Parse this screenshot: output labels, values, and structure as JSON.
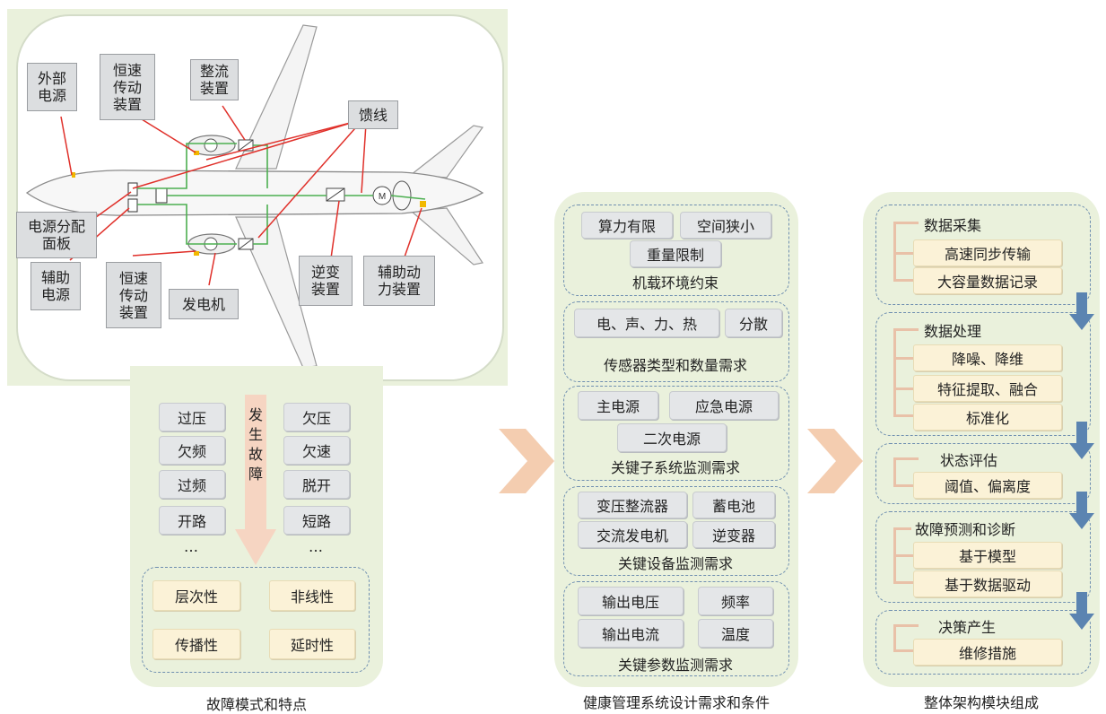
{
  "aircraft": {
    "callouts": {
      "external_power": "外部\n电源",
      "csd_top": "恒速\n传动\n装置",
      "rectifier": "整流\n装置",
      "feeder": "馈线",
      "distribution_panel": "电源分配\n面板",
      "aux_power": "辅助\n电源",
      "csd_bottom": "恒速\n传动\n装置",
      "generator": "发电机",
      "inverter": "逆变\n装置",
      "apu": "辅助动\n力装置"
    }
  },
  "fault_panel": {
    "left_modes": [
      "过压",
      "欠频",
      "过频",
      "开路",
      "…"
    ],
    "right_modes": [
      "欠压",
      "欠速",
      "脱开",
      "短路",
      "…"
    ],
    "arrow_text": "发\n生\n故\n障",
    "traits": [
      "层次性",
      "非线性",
      "传播性",
      "延时性"
    ],
    "caption": "故障模式和特点"
  },
  "requirements_panel": {
    "groups": {
      "env": {
        "items": [
          "算力有限",
          "空间狭小",
          "重量限制"
        ],
        "label": "机载环境约束"
      },
      "sensor": {
        "items": [
          "电、声、力、热",
          "分散"
        ],
        "label": "传感器类型和数量需求"
      },
      "subsystem": {
        "items": [
          "主电源",
          "应急电源",
          "二次电源"
        ],
        "label": "关键子系统监测需求"
      },
      "equipment": {
        "items": [
          "变压整流器",
          "蓄电池",
          "交流发电机",
          "逆变器"
        ],
        "label": "关键设备监测需求"
      },
      "params": {
        "items": [
          "输出电压",
          "频率",
          "输出电流",
          "温度"
        ],
        "label": "关键参数监测需求"
      }
    },
    "caption": "健康管理系统设计需求和条件"
  },
  "architecture_panel": {
    "modules": [
      {
        "title": "数据采集",
        "items": [
          "高速同步传输",
          "大容量数据记录"
        ]
      },
      {
        "title": "数据处理",
        "items": [
          "降噪、降维",
          "特征提取、融合",
          "标准化"
        ]
      },
      {
        "title": "状态评估",
        "items": [
          "阈值、偏离度"
        ]
      },
      {
        "title": "故障预测和诊断",
        "items": [
          "基于模型",
          "基于数据驱动"
        ]
      },
      {
        "title": "决策产生",
        "items": [
          "维修措施"
        ]
      }
    ],
    "caption": "整体架构模块组成"
  },
  "colors": {
    "panel_bg": "#eaf1dc",
    "grey_button": "#e4e6e8",
    "yellow_button": "#fbf2d7",
    "dashed_border": "#6f8fb0",
    "chevron": "#f4cdb0",
    "down_arrow": "#5b84b1",
    "callout_line": "#e0302a",
    "bus_line": "#4caf50"
  }
}
